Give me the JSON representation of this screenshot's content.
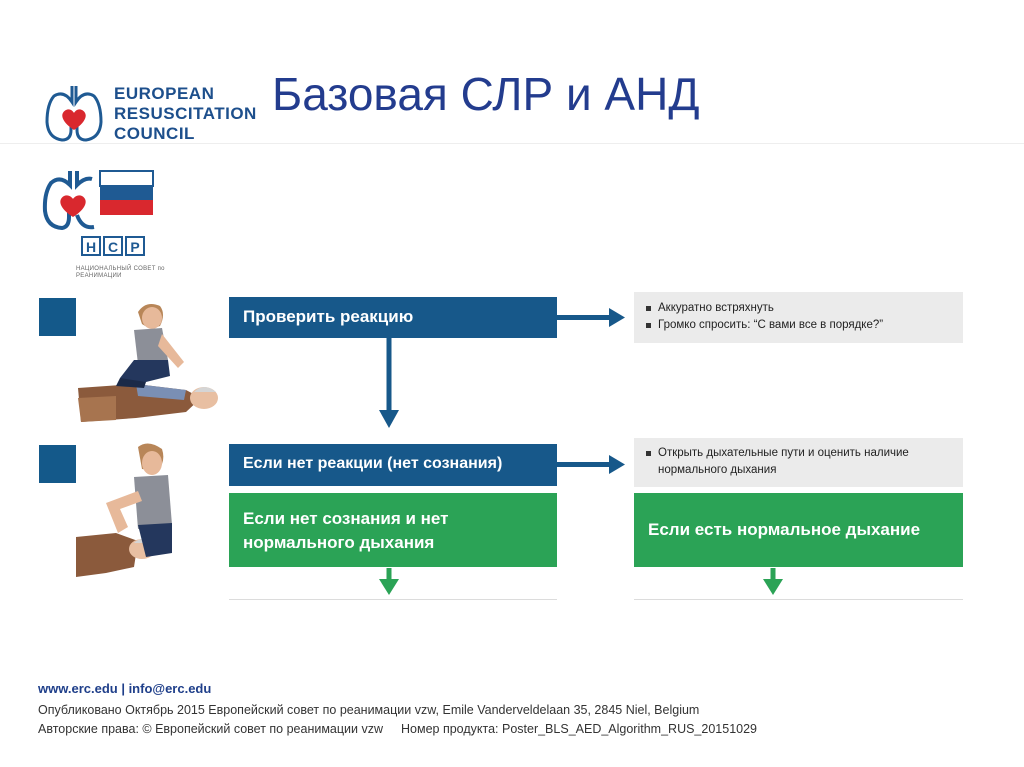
{
  "header": {
    "title": "Базовая СЛР и АНД",
    "erc_lines": [
      "EUROPEAN",
      "RESUSCITATION",
      "COUNCIL"
    ],
    "ncp_letters": "НСР",
    "ncp_subtitle": "НАЦИОНАЛЬНЫЙ СОВЕТ по РЕАНИМАЦИИ"
  },
  "flow": {
    "check_response": "Проверить реакцию",
    "no_response": "Если нет реакции (нет сознания)",
    "no_breathing": "Если нет сознания и нет нормального дыхания",
    "normal_breathing": "Если есть нормальное дыхание"
  },
  "notes": {
    "step1": [
      "Аккуратно встряхнуть",
      "Громко спросить: “С вами все в порядке?”"
    ],
    "step2_line1": "Открыть дыхательные пути и оценить наличие",
    "step2_line2": "нормального дыхания"
  },
  "footer": {
    "links": "www.erc.edu | info@erc.edu",
    "published": "Опубликовано Октябрь 2015 Европейский совет по реанимации vzw, Emile Vanderveldelaan 35, 2845 Niel, Belgium",
    "copyright": "Авторские права: © Европейский совет по реанимации vzw",
    "product": "Номер продукта: Poster_BLS_AED_Algorithm_RUS_20151029"
  },
  "colors": {
    "flow_blue": "#17588a",
    "flow_green": "#2ba356",
    "title_blue": "#233c8e",
    "note_gray": "#ebebeb"
  },
  "icons": [
    "erc-lungs-heart-logo",
    "ncp-flag-logo",
    "arrow-right-icon",
    "arrow-down-icon"
  ]
}
